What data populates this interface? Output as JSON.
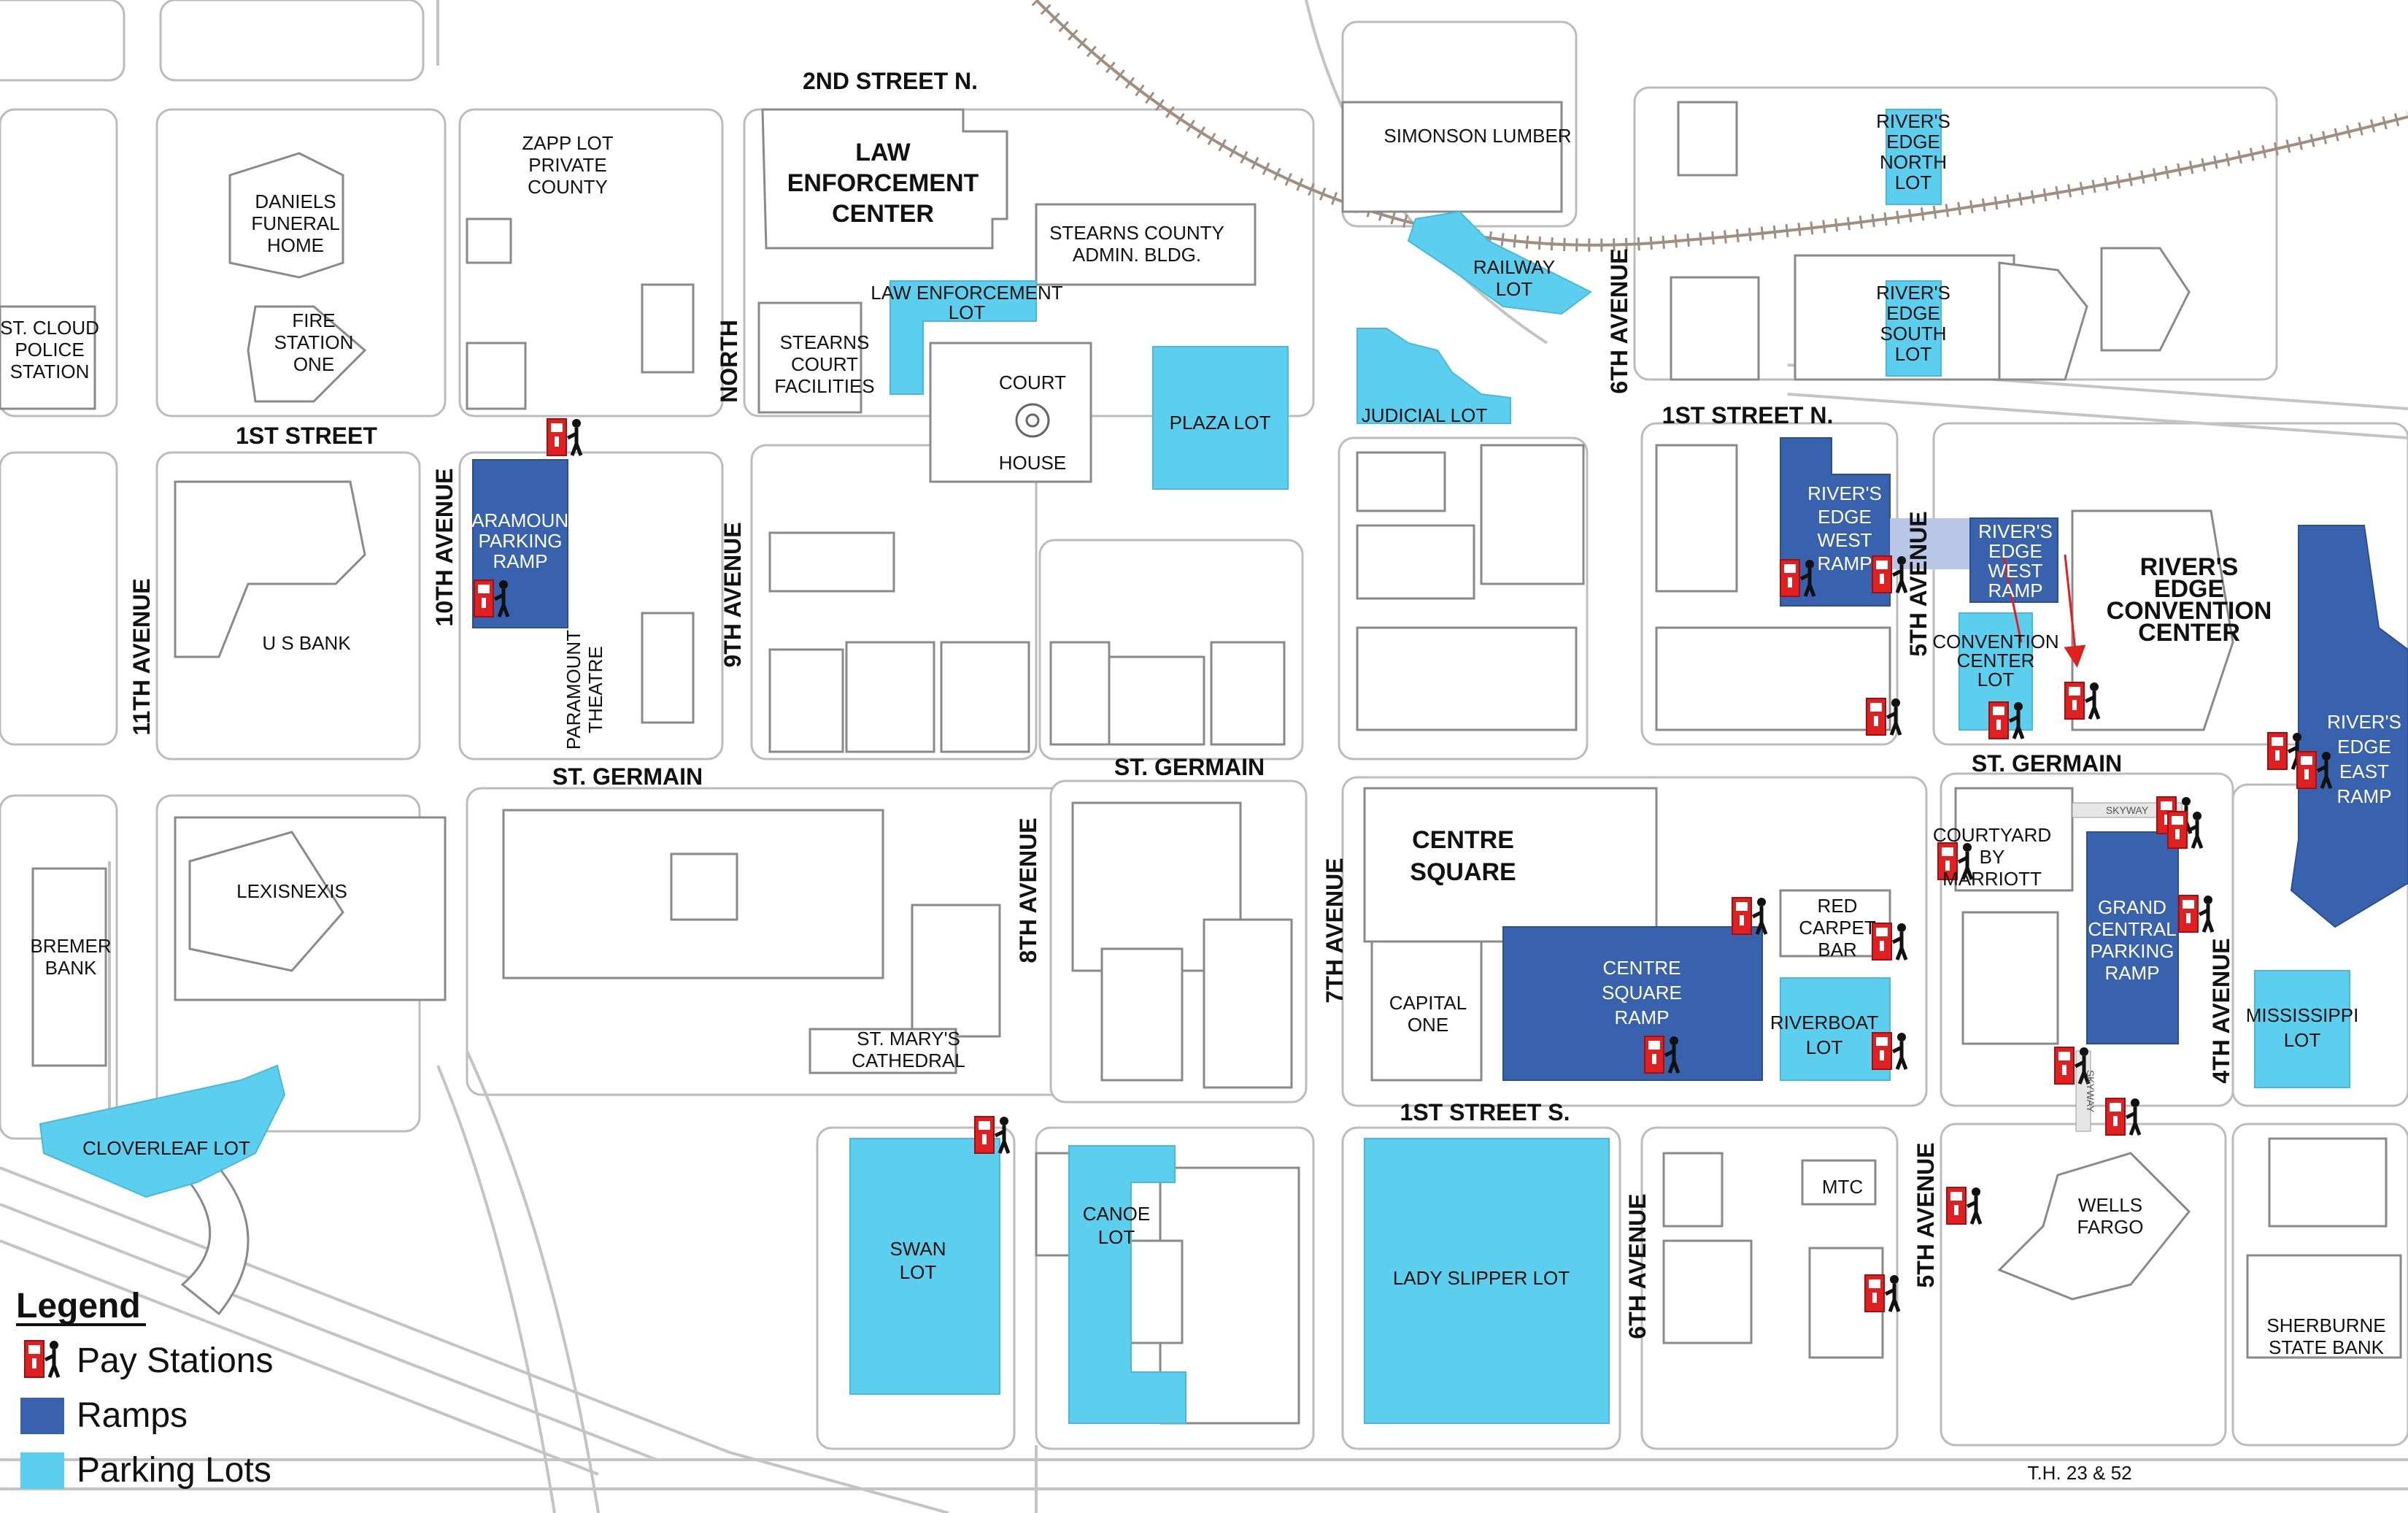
{
  "colors": {
    "ramp": "#3862ad",
    "lot": "#5ccfee",
    "pay_station": "#e02020"
  },
  "streets": {
    "second_street_n": "2ND STREET N.",
    "first_street": "1ST STREET",
    "first_street_n": "1ST STREET N.",
    "first_street_s": "1ST STREET S.",
    "st_germain_1": "ST. GERMAIN",
    "st_germain_2": "ST. GERMAIN",
    "st_germain_3": "ST. GERMAIN",
    "eleventh_ave": "11TH AVENUE",
    "tenth_ave": "10TH AVENUE",
    "ninth_ave": "9TH AVENUE",
    "north": "NORTH",
    "eighth_ave": "8TH AVENUE",
    "seventh_ave": "7TH AVENUE",
    "sixth_ave_n": "6TH AVENUE",
    "sixth_ave_s": "6TH AVENUE",
    "fifth_ave_n": "5TH AVENUE",
    "fifth_ave_s": "5TH AVENUE",
    "fourth_ave": "4TH AVENUE",
    "th23": "T.H. 23 & 52"
  },
  "buildings": {
    "zapp": [
      "ZAPP LOT",
      "PRIVATE",
      "COUNTY"
    ],
    "law_center": [
      "LAW",
      "ENFORCEMENT",
      "CENTER"
    ],
    "daniels": [
      "DANIELS",
      "FUNERAL",
      "HOME"
    ],
    "fire": [
      "FIRE",
      "STATION",
      "ONE"
    ],
    "police": [
      "ST. CLOUD",
      "POLICE",
      "STATION"
    ],
    "admin": [
      "STEARNS COUNTY",
      "ADMIN. BLDG."
    ],
    "court_fac": [
      "STEARNS",
      "COURT",
      "FACILITIES"
    ],
    "court_house": [
      "COURT",
      "HOUSE"
    ],
    "simonson": "SIMONSON LUMBER",
    "us_bank": "U S BANK",
    "theatre": [
      "PARAMOUNT",
      "THEATRE"
    ],
    "lexis": "LEXISNEXIS",
    "bremer": [
      "BREMER",
      "BANK"
    ],
    "st_marys": [
      "ST. MARY'S",
      "CATHEDRAL"
    ],
    "centre_square": [
      "CENTRE",
      "SQUARE"
    ],
    "capital_one": [
      "CAPITAL",
      "ONE"
    ],
    "red_carpet": [
      "RED",
      "CARPET",
      "BAR"
    ],
    "convention": [
      "RIVER'S",
      "EDGE",
      "CONVENTION",
      "CENTER"
    ],
    "courtyard": [
      "COURTYARD",
      "BY",
      "MARRIOTT"
    ],
    "mtc": "MTC",
    "wells": [
      "WELLS",
      "FARGO"
    ],
    "sherburne": [
      "SHERBURNE",
      "STATE BANK"
    ],
    "skyway_1": "SKYWAY",
    "skyway_2": "SKYWAY"
  },
  "lots": {
    "railway": [
      "RAILWAY",
      "LOT"
    ],
    "rivers_north": [
      "RIVER'S",
      "EDGE",
      "NORTH",
      "LOT"
    ],
    "rivers_south": [
      "RIVER'S",
      "EDGE",
      "SOUTH",
      "LOT"
    ],
    "law_lot": [
      "LAW ENFORCEMENT",
      "LOT"
    ],
    "plaza": "PLAZA LOT",
    "judicial": "JUDICIAL LOT",
    "convention_lot": [
      "CONVENTION",
      "CENTER",
      "LOT"
    ],
    "riverboat": [
      "RIVERBOAT",
      "LOT"
    ],
    "mississippi": [
      "MISSISSIPPI",
      "LOT"
    ],
    "cloverleaf": "CLOVERLEAF LOT",
    "swan": [
      "SWAN",
      "LOT"
    ],
    "canoe": [
      "CANOE",
      "LOT"
    ],
    "lady_slipper": "LADY SLIPPER LOT"
  },
  "ramps": {
    "paramount": [
      "PARAMOUNT",
      "PARKING",
      "RAMP"
    ],
    "rivers_west_1": [
      "RIVER'S",
      "EDGE",
      "WEST",
      "RAMP"
    ],
    "rivers_west_2": [
      "RIVER'S",
      "EDGE",
      "WEST",
      "RAMP"
    ],
    "rivers_east": [
      "RIVER'S",
      "EDGE",
      "EAST",
      "RAMP"
    ],
    "centre_square": [
      "CENTRE",
      "SQUARE",
      "RAMP"
    ],
    "grand_central": [
      "GRAND",
      "CENTRAL",
      "PARKING",
      "RAMP"
    ]
  },
  "legend": {
    "title": "Legend",
    "items": [
      {
        "label": "Pay Stations",
        "icon": "pay-station-icon"
      },
      {
        "label": "Ramps",
        "color": "#3862ad"
      },
      {
        "label": "Parking Lots",
        "color": "#5ccfee"
      }
    ]
  }
}
